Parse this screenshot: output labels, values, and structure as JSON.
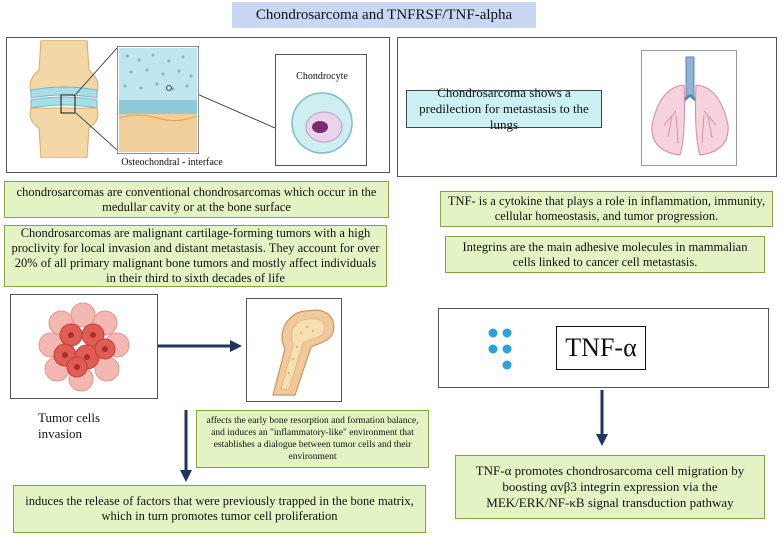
{
  "title": "Chondrosarcoma and TNFRSF/TNF-alpha",
  "interface_label": "Osteochondral - interface",
  "chondrocyte_label": "Chondrocyte",
  "lung_text": "Chondrosarcoma shows a predilection for metastasis to the lungs",
  "conventional_text": "chondrosarcomas are conventional chondrosarcomas which occur in the medullar cavity or at the bone surface",
  "malignant_text": "Chondrosarcomas are malignant cartilage-forming tumors with a high proclivity for local invasion and distant metastasis. They account for over 20% of all primary malignant bone tumors and mostly affect individuals in their third to sixth decades of life",
  "tnf_role_text": "TNF- is a cytokine that plays a role in inflammation, immunity, cellular homeostasis, and tumor progression.",
  "integrin_text": "Integrins are the main adhesive molecules in mammalian cells linked to cancer cell metastasis.",
  "tumor_invasion_label": "Tumor cells invasion",
  "bone_balance_text": "affects the early bone resorption and formation balance, and induces an \"inflammatory-like\" environment that establishes a dialogue between tumor cells and their environment",
  "release_text": "induces the release of factors that were previously trapped in the bone matrix, which in turn promotes tumor cell proliferation",
  "tnf_symbol": "TNF-α",
  "tnf_migration_text": "TNF-α promotes chondrosarcoma cell migration by boosting αvβ3 integrin expression via the MEK/ERK/NF-κB signal transduction pathway",
  "colors": {
    "title_bg": "#c7d7f4",
    "green_box": "#e3f3c4",
    "cyan_box": "#ccf1f4",
    "arrow": "#1f3560",
    "tnf_dots": "#2aa3d8"
  }
}
